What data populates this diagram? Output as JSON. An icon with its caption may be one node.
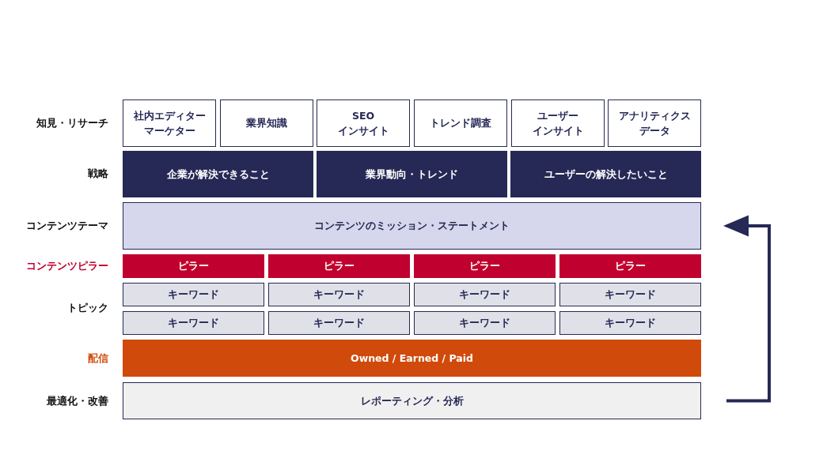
{
  "diagram": {
    "nodes": [
      {
        "text": [
          "社内エディターマーケター"
        ]
      },
      {
        "text": [
          "業界知識"
        ]
      },
      {
        "text": [
          "SEO インサイト"
        ]
      },
      {
        "text": [
          "トレンド調査"
        ]
      },
      {
        "text": [
          "ユーザーインサイト"
        ]
      },
      {
        "text": [
          "アナリティクスデータ"
        ]
      },
      {
        "text": [
          "企業が解決できること"
        ]
      },
      {
        "text": [
          "業界動向・トレンド"
        ]
      },
      {
        "text": [
          "ユーザーの解決したいこと"
        ]
      },
      {
        "text": [
          "コンテンツのミッション・ステートメント"
        ]
      },
      {
        "text": [
          "ピラー"
        ]
      },
      {
        "text": [
          "ピラー"
        ]
      },
      {
        "text": [
          "ピラー"
        ]
      },
      {
        "text": [
          "ピラー"
        ]
      },
      {
        "text": [
          "キーワード"
        ]
      },
      {
        "text": [
          "キーワード"
        ]
      },
      {
        "text": [
          "キーワード"
        ]
      },
      {
        "text": [
          "キーワード"
        ]
      },
      {
        "text": [
          "キーワード"
        ]
      },
      {
        "text": [
          "キーワード"
        ]
      },
      {
        "text": [
          "キーワード"
        ]
      },
      {
        "text": [
          "キーワード"
        ]
      },
      {
        "text": [
          "Owned / Earned / Paid"
        ]
      },
      {
        "text": [
          "レポーティング・分析"
        ]
      }
    ],
    "edges": [
      {
        "from": 23,
        "to": 9,
        "arrow": "to"
      }
    ],
    "labels": [
      "知見・リサーチ",
      "戦略",
      "コンテンツテーマ",
      "コンテンツピラー",
      "トピック",
      "配信",
      "最適化・改善"
    ]
  }
}
